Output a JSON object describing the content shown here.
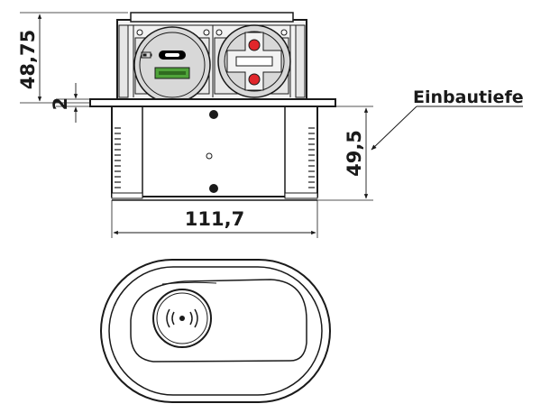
{
  "dimensions": {
    "height_top": "48,75",
    "flange": "2",
    "depth": "49,5",
    "width": "111,7"
  },
  "labels": {
    "installation_depth": "Einbautiefe"
  },
  "colors": {
    "line": "#1a1a1a",
    "housing_fill": "#f2f2f2",
    "socket_face": "#d8d8d8",
    "usb_c": "#000000",
    "usb_a": "#4fa33a",
    "earth_contact": "#e0262b"
  },
  "icons": {
    "wireless_charger": "wireless-charging-icon",
    "usb_c_port": "usb-c-port-icon",
    "usb_a_port": "usb-a-port-icon",
    "schuko_socket": "schuko-socket-icon"
  }
}
